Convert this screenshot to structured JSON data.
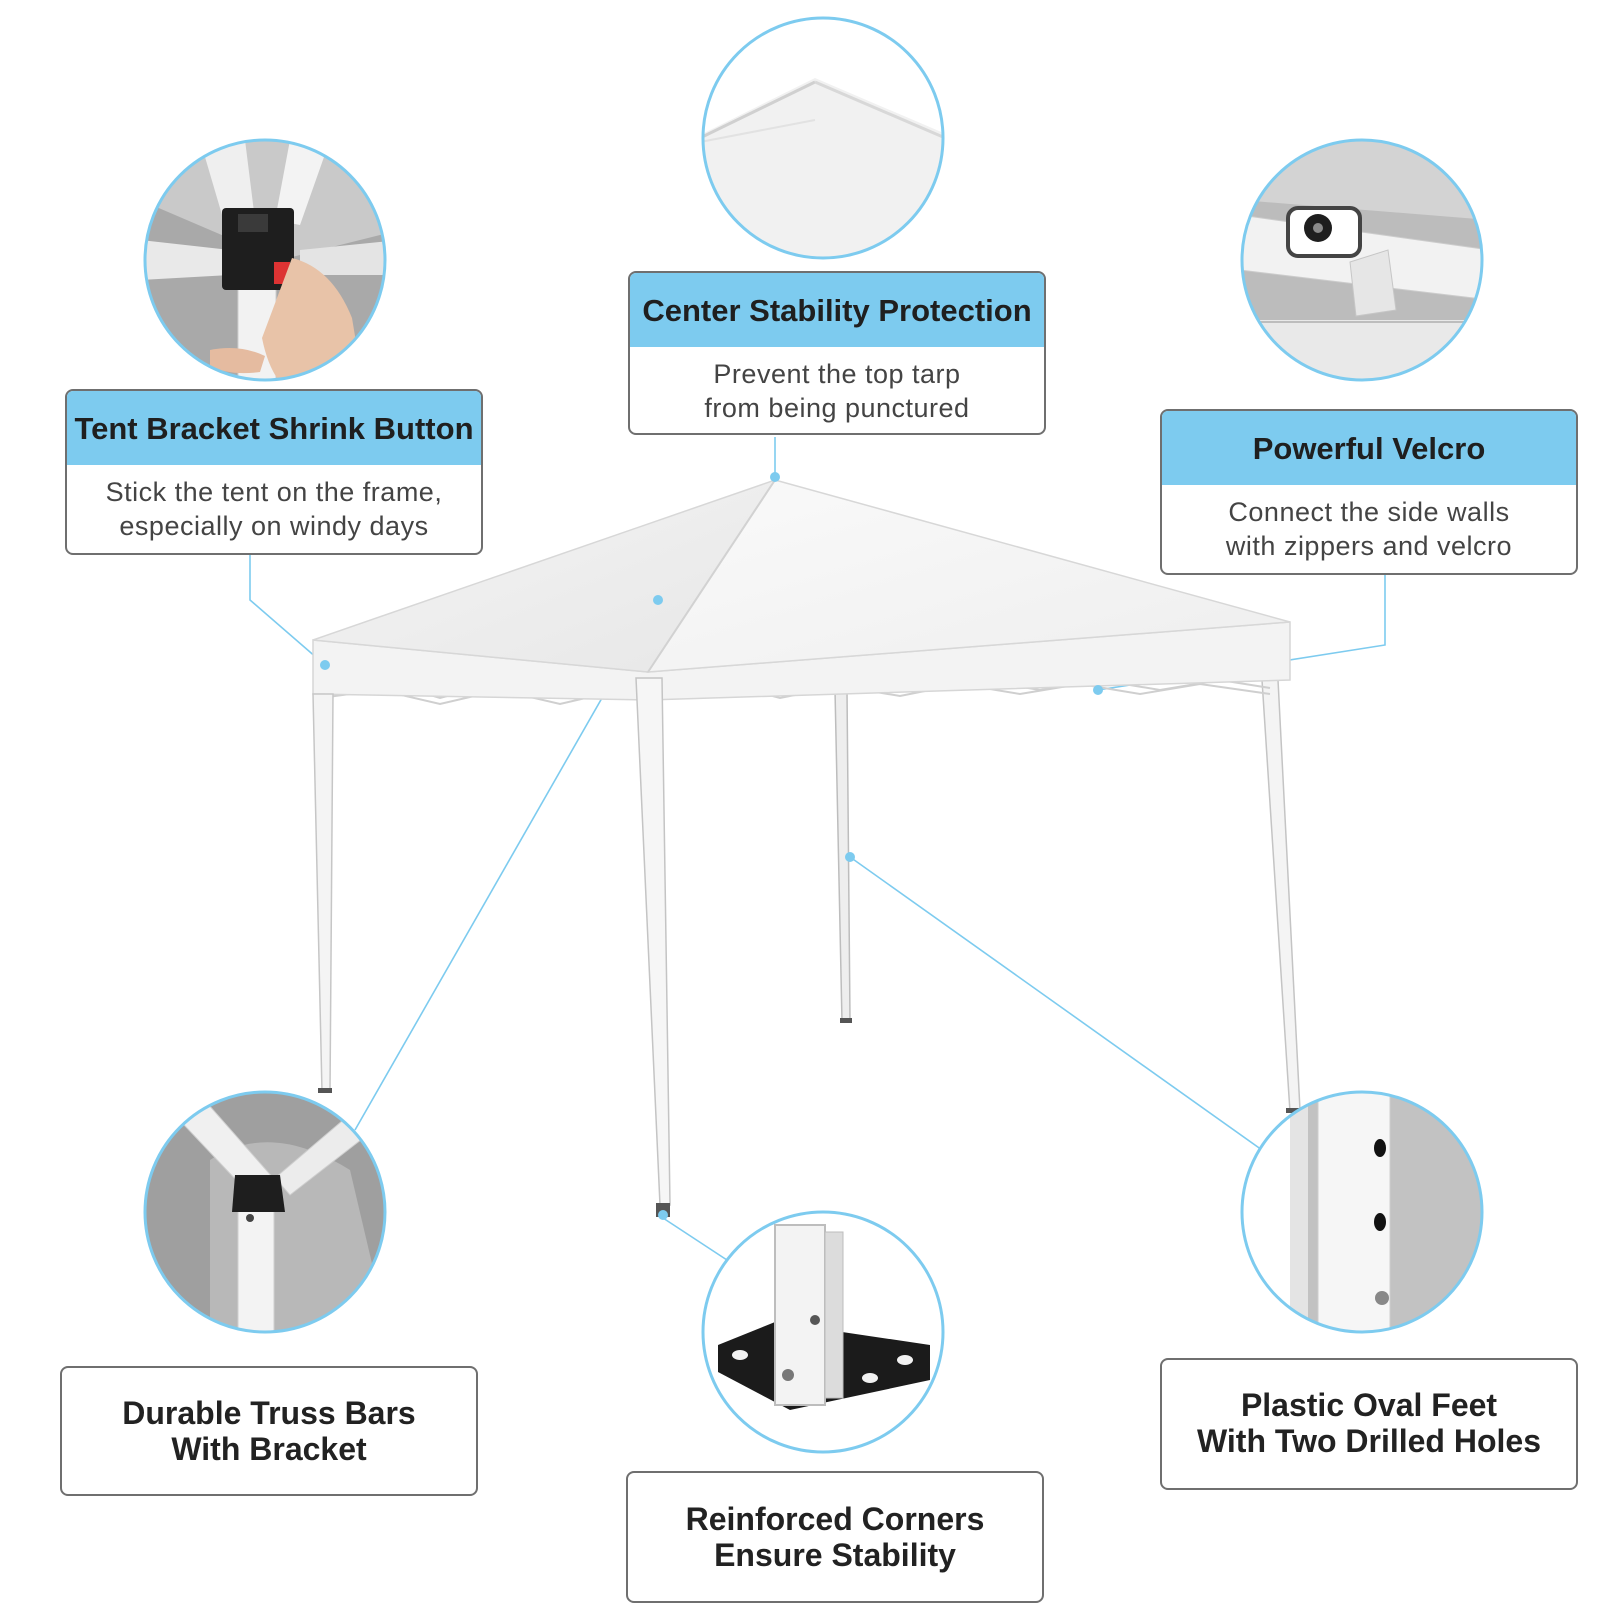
{
  "colors": {
    "accent": "#7dcbef",
    "connector": "#7dcbef",
    "frame": "#d9d9d9",
    "border": "#6f6f6f"
  },
  "features": {
    "center": {
      "title": "Center Stability Protection",
      "desc_line1": "Prevent the top tarp",
      "desc_line2": "from being punctured"
    },
    "bracket": {
      "title": "Tent Bracket Shrink Button",
      "desc_line1": "Stick the tent on the frame,",
      "desc_line2": "especially on windy days"
    },
    "velcro": {
      "title": "Powerful Velcro",
      "desc_line1": "Connect the side walls",
      "desc_line2": "with zippers and velcro"
    },
    "truss": {
      "title_line1": "Durable Truss Bars",
      "title_line2": "With Bracket"
    },
    "corners": {
      "title_line1": "Reinforced Corners",
      "title_line2": "Ensure Stability"
    },
    "feet": {
      "title_line1": "Plastic Oval Feet",
      "title_line2": "With Two Drilled Holes"
    }
  }
}
